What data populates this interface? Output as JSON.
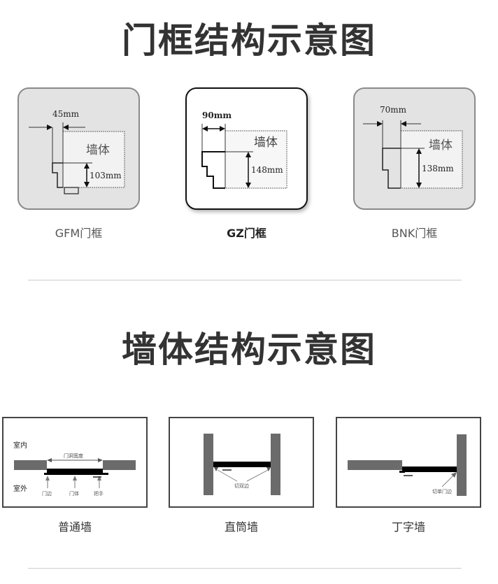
{
  "frame_section": {
    "title": "门框结构示意图",
    "cards": [
      {
        "label": "GFM门框",
        "width": "45mm",
        "height": "103mm",
        "wall": "墙体",
        "selected": false
      },
      {
        "label": "GZ门框",
        "width": "90mm",
        "height": "148mm",
        "wall": "墙体",
        "selected": true
      },
      {
        "label": "BNK门框",
        "width": "70mm",
        "height": "138mm",
        "wall": "墙体",
        "selected": false
      }
    ]
  },
  "wall_section": {
    "title": "墙体结构示意图",
    "diagrams": [
      {
        "label": "普通墙",
        "indoor": "室内",
        "outdoor": "室外",
        "opening_width": "门洞宽度",
        "door_edge": "门边",
        "door_body": "门体",
        "handle": "把手"
      },
      {
        "label": "直筒墙",
        "note": "切双边"
      },
      {
        "label": "丁字墙",
        "note": "切单门边"
      }
    ]
  }
}
